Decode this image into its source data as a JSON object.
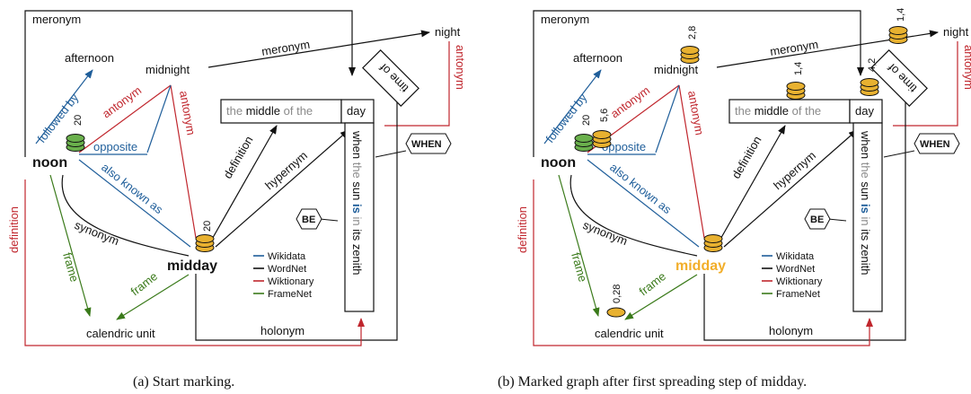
{
  "colors": {
    "wikidata": "#1f5e9a",
    "wordnet": "#111111",
    "wiktionary": "#c0262d",
    "framenet": "#3a7a1a",
    "marker_gold": "#e8b130",
    "marker_green": "#6ab04c",
    "highlight": "#f2ae2a"
  },
  "legend": [
    "Wikidata",
    "WordNet",
    "Wiktionary",
    "FrameNet"
  ],
  "relations": {
    "meronym": "meronym",
    "followed_by": "followed by",
    "antonym": "antonym",
    "opposite": "opposite",
    "also_known_as": "also known as",
    "synonym": "synonym",
    "definition": "definition",
    "hypernym": "hypernym",
    "frame": "frame",
    "holonym": "holonym"
  },
  "nodes": {
    "afternoon": "afternoon",
    "midnight": "midnight",
    "night": "night",
    "noon": "noon",
    "midday": "midday",
    "calendric_unit": "calendric unit",
    "time_of": "time of",
    "day": "day"
  },
  "definition_box": {
    "w1": "the",
    "w2": "middle",
    "w3": "of the"
  },
  "zenith": {
    "w1": "when",
    "w2": "the",
    "w3": "sun",
    "w4": "is",
    "w5": "in",
    "w6": "its zenith"
  },
  "tags": {
    "when": "WHEN",
    "be": "BE"
  },
  "markers_a": {
    "noon": "20",
    "midday": "20"
  },
  "markers_b": {
    "noon": "20",
    "noon_extra": "5,6",
    "midnight": "2,8",
    "night": "1,4",
    "middle": "1,4",
    "day": "4,2",
    "calendric": "0,28"
  },
  "captions": {
    "a": "(a) Start marking.",
    "b": "(b) Marked graph after first spreading step of midday."
  }
}
